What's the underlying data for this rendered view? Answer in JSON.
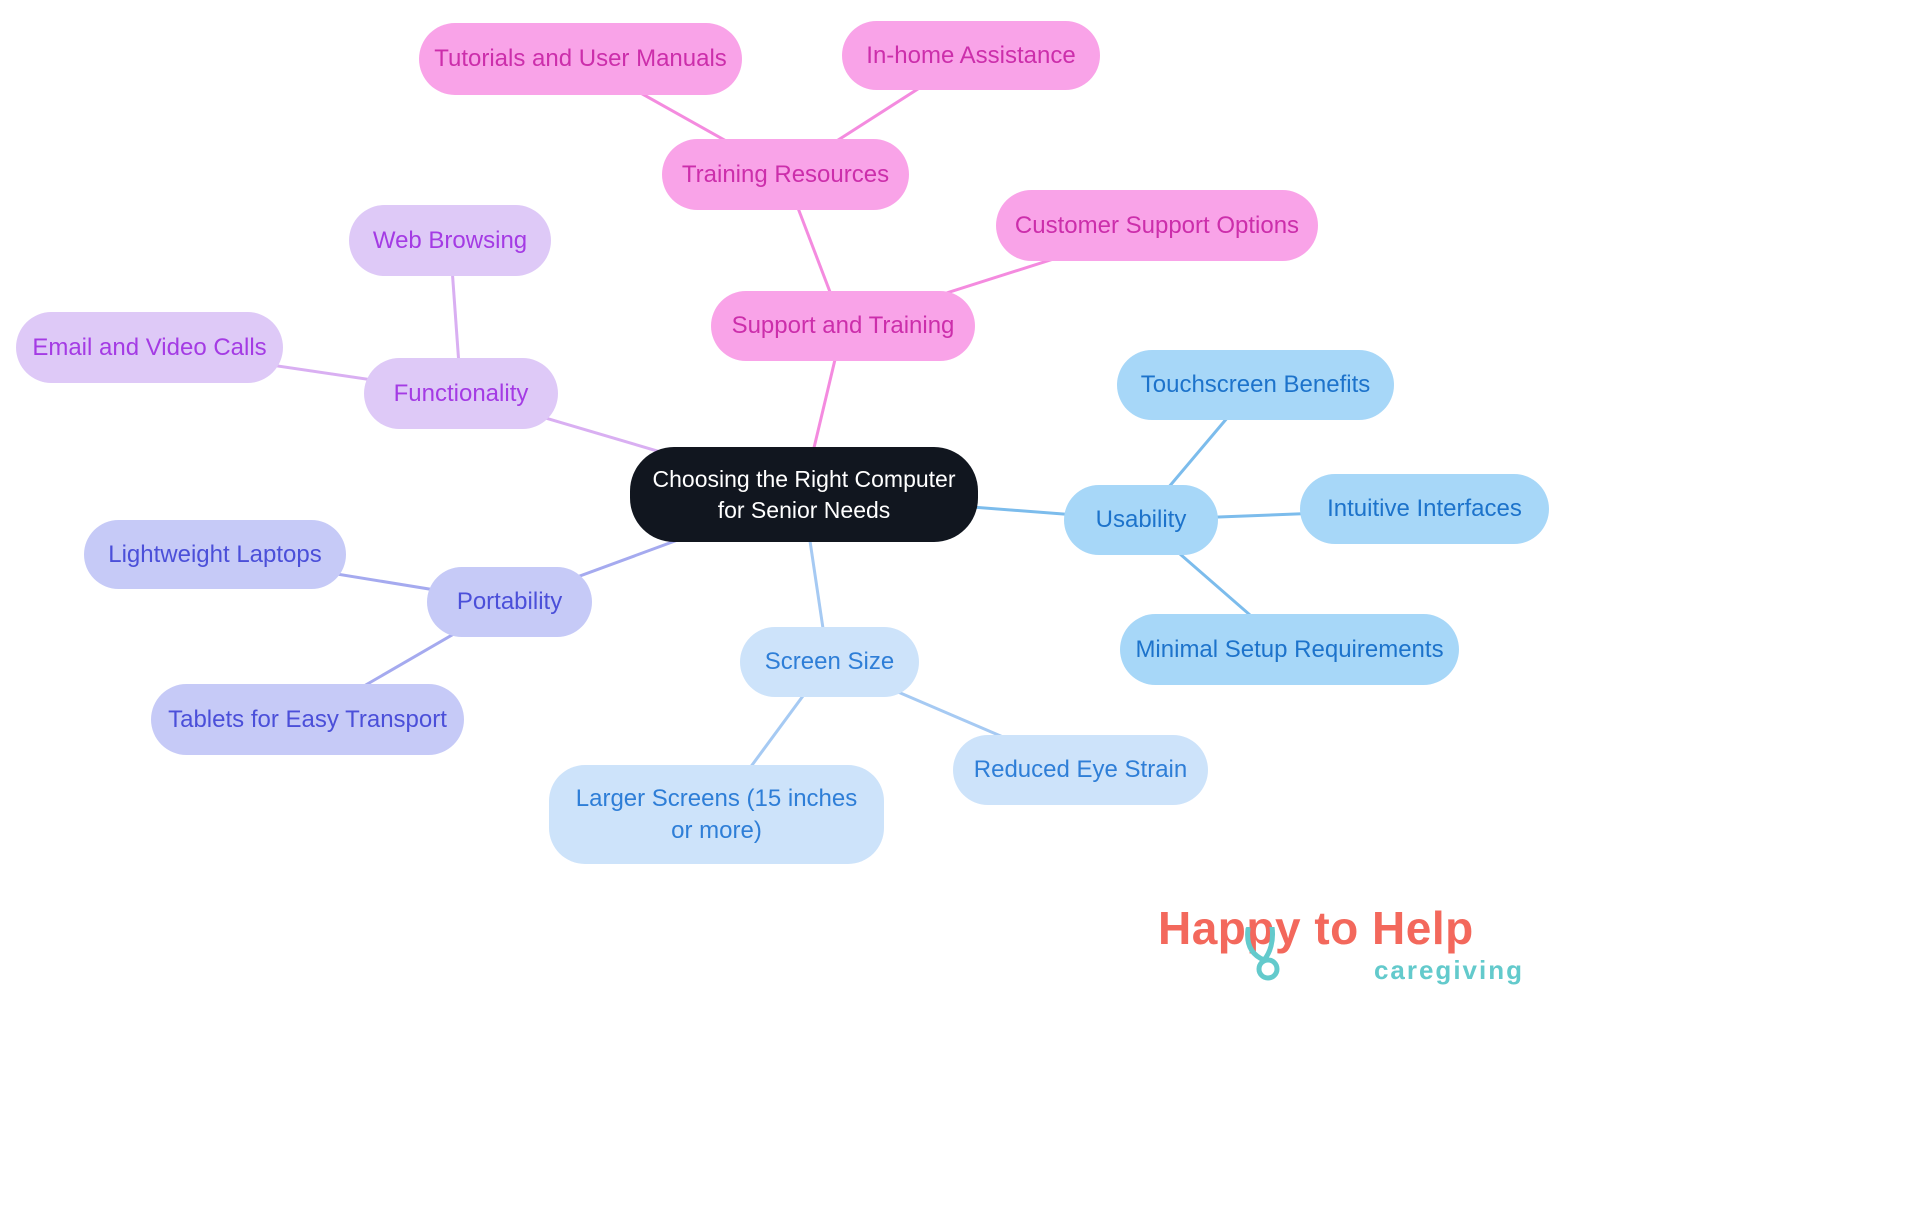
{
  "mindmap": {
    "center": {
      "label": "Choosing the Right Computer for Senior Needs"
    },
    "branches": [
      {
        "label": "Support and Training",
        "fill": "#f9a3e8",
        "text_color": "#cc2eab",
        "edge_color": "#f48bdf",
        "children": [
          {
            "label": "Training Resources",
            "children": [
              {
                "label": "Tutorials and User Manuals"
              },
              {
                "label": "In-home Assistance"
              }
            ]
          },
          {
            "label": "Customer Support Options"
          }
        ]
      },
      {
        "label": "Functionality",
        "fill": "#dec9f7",
        "text_color": "#a43be4",
        "edge_color": "#d9aff2",
        "children": [
          {
            "label": "Web Browsing"
          },
          {
            "label": "Email and Video Calls"
          }
        ]
      },
      {
        "label": "Usability",
        "fill": "#a7d7f8",
        "text_color": "#1d73cb",
        "edge_color": "#7cbcec",
        "children": [
          {
            "label": "Touchscreen Benefits"
          },
          {
            "label": "Intuitive Interfaces"
          },
          {
            "label": "Minimal Setup Requirements"
          }
        ]
      },
      {
        "label": "Portability",
        "fill": "#c6caf7",
        "text_color": "#4b4fd9",
        "edge_color": "#a5aaef",
        "children": [
          {
            "label": "Lightweight Laptops"
          },
          {
            "label": "Tablets for Easy Transport"
          }
        ]
      },
      {
        "label": "Screen Size",
        "fill": "#cde3fa",
        "text_color": "#2e7ed7",
        "edge_color": "#a6caf3",
        "children": [
          {
            "label": "Larger Screens (15 inches or more)"
          },
          {
            "label": "Reduced Eye Strain"
          }
        ]
      }
    ],
    "center_colors": {
      "bg": "#11161f",
      "text": "#ffffff"
    }
  },
  "logo": {
    "title": "Happy to Help",
    "subtitle": "caregiving",
    "title_color": "#f3685c",
    "subtitle_color": "#63cacc"
  }
}
